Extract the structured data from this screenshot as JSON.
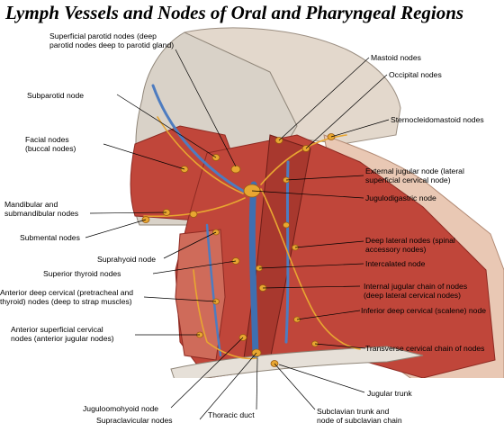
{
  "title": "Lymph Vessels and Nodes of Oral and Pharyngeal Regions",
  "labels": {
    "superficial_parotid": "Superficial parotid nodes (deep\nparotid nodes deep to parotid gland)",
    "subparotid": "Subparotid node",
    "facial": "Facial nodes\n(buccal nodes)",
    "mandibular": "Mandibular and\nsubmandibular nodes",
    "submental": "Submental nodes",
    "suprahyoid": "Suprahyoid node",
    "superior_thyroid": "Superior thyroid nodes",
    "anterior_deep_cervical": "Anterior deep cervical (pretracheal and\nthyroid) nodes (deep to strap muscles)",
    "anterior_superficial_cervical": "Anterior superficial cervical\nnodes (anterior jugular nodes)",
    "juguloomohyoid": "Juguloomohyoid node",
    "supraclavicular": "Supraclavicular nodes",
    "thoracic_duct": "Thoracic duct",
    "subclavian_trunk": "Subclavian trunk and\nnode of subclavian chain",
    "jugular_trunk": "Jugular trunk",
    "transverse_cervical": "Transverse cervical chain of nodes",
    "inferior_deep_cervical": "Inferior deep cervical (scalene) node",
    "internal_jugular": "Internal jugular chain of nodes\n(deep lateral cervical nodes)",
    "intercalated": "Intercalated node",
    "deep_lateral": "Deep lateral nodes (spinal\naccessory nodes)",
    "jugulodigastric": "Jugulodigastric node",
    "external_jugular": "External jugular node (lateral\nsuperficial cervical node)",
    "sternocleidomastoid": "Sternocleidomastoid nodes",
    "occipital": "Occipital nodes",
    "mastoid": "Mastoid nodes"
  },
  "colors": {
    "muscle": "#c0463a",
    "muscle_dark": "#8e2a22",
    "skin": "#e9c8b4",
    "bone": "#d9d2c8",
    "vein": "#3f6fb0",
    "node": "#e8a631",
    "node_edge": "#9a5a10",
    "leader": "#000000"
  }
}
